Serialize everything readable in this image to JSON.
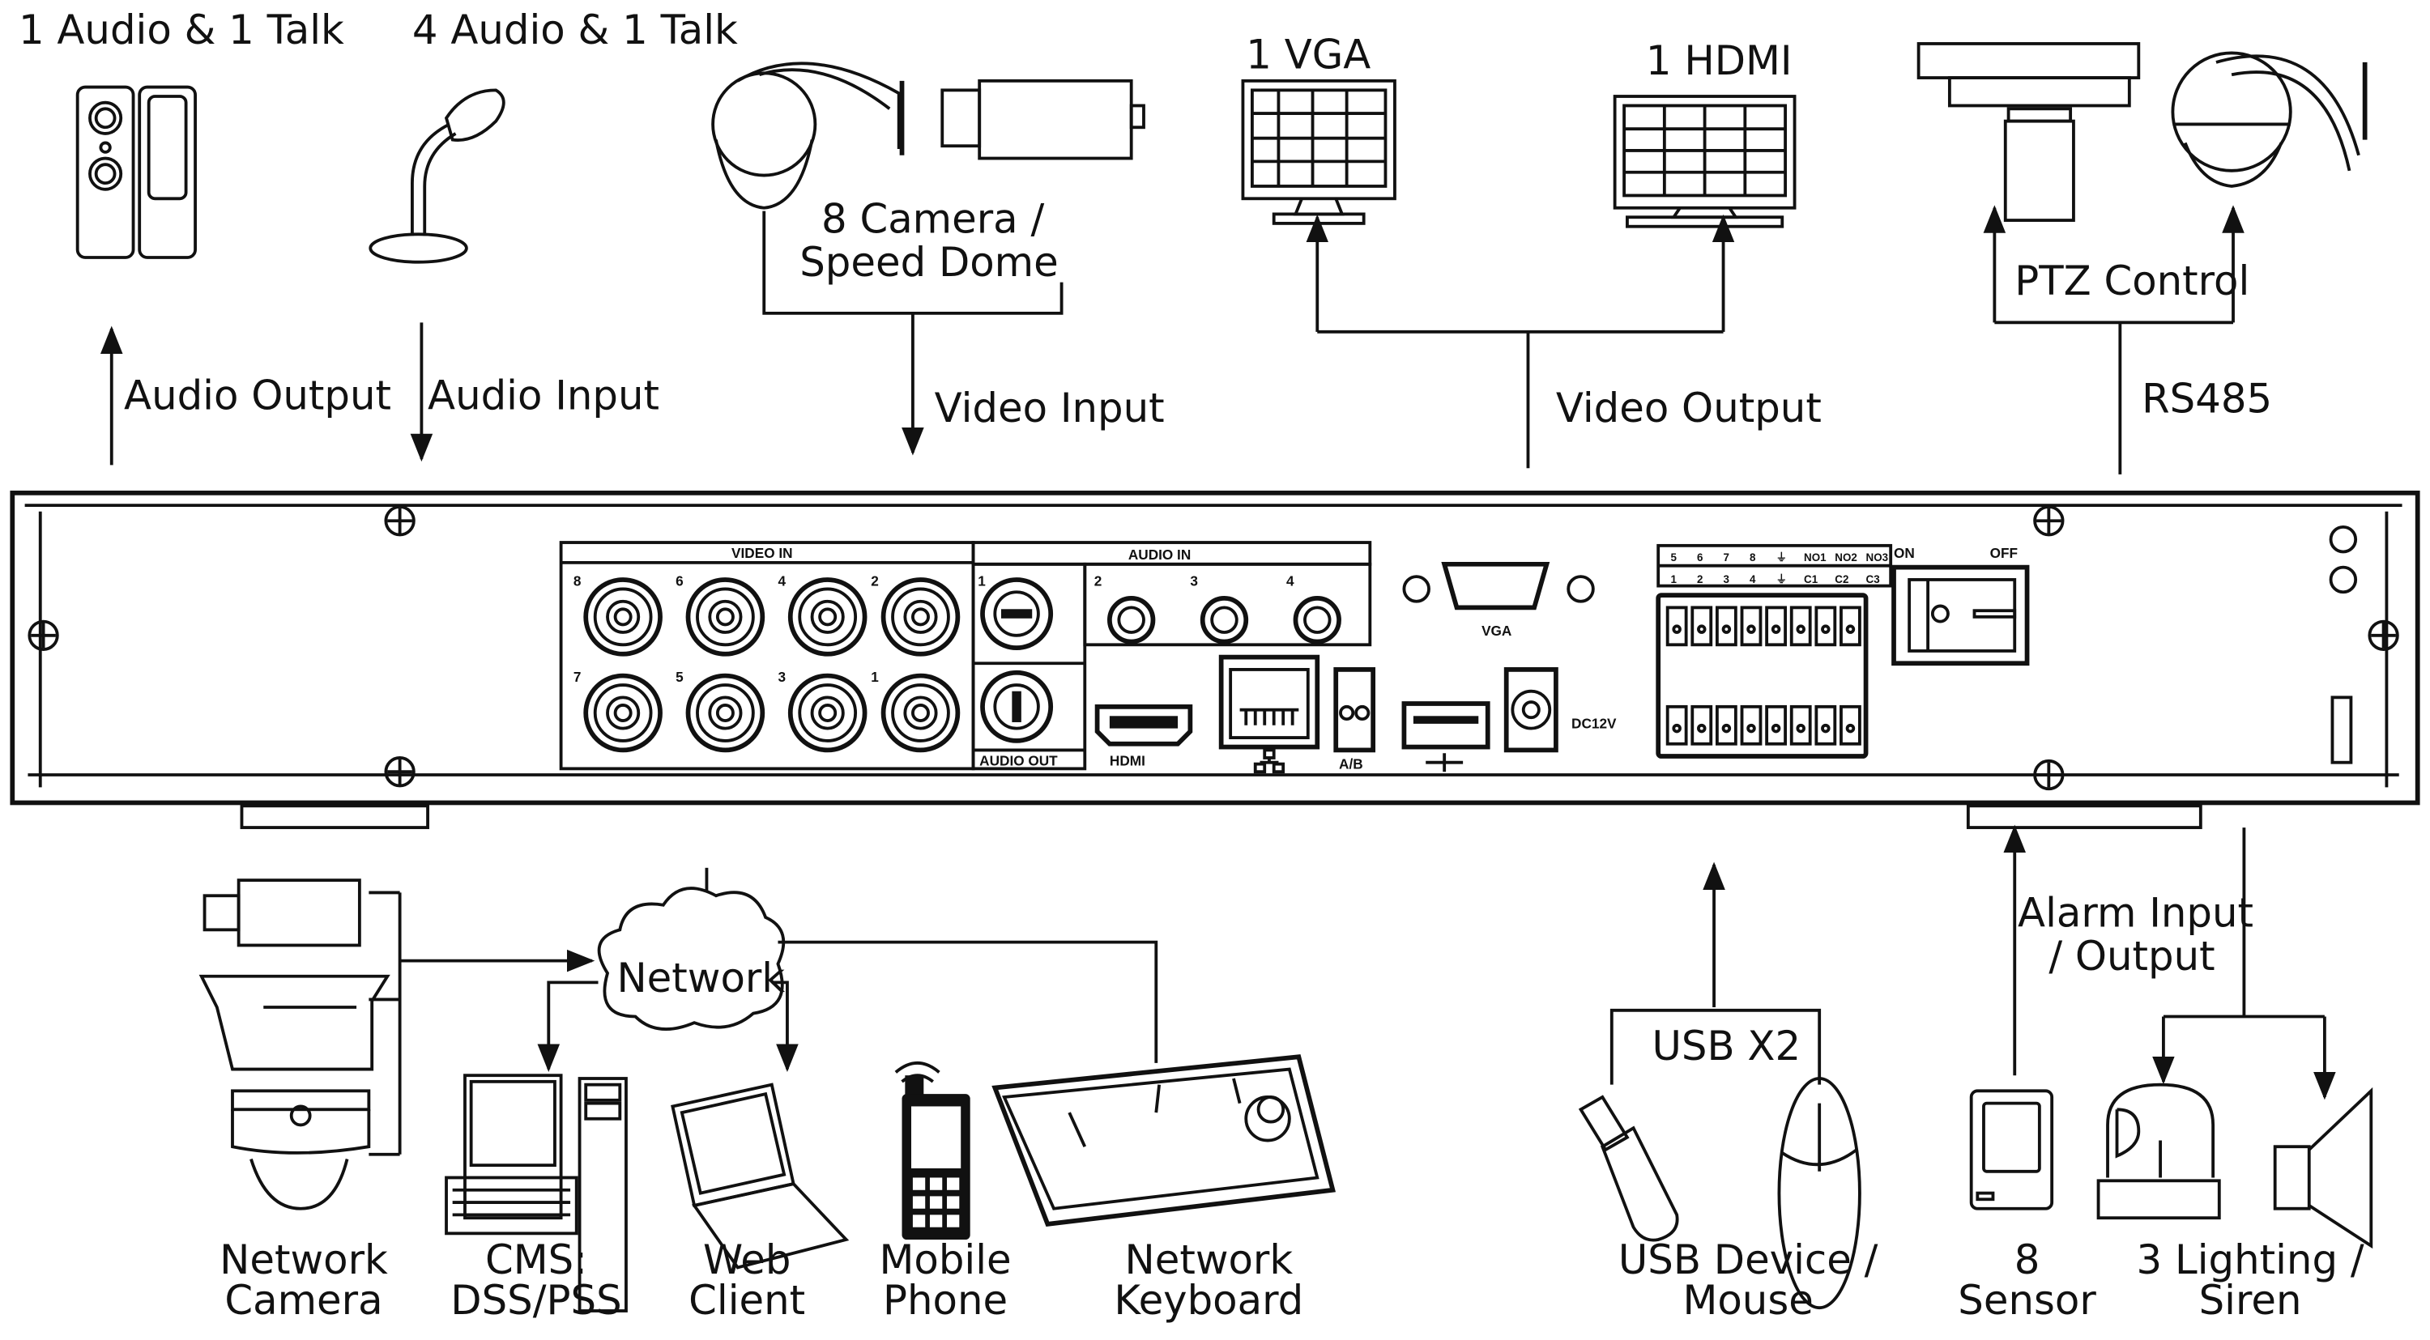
{
  "diagram": {
    "type": "DVR rear panel connection diagram",
    "colors": {
      "line": "#111111",
      "background": "#ffffff"
    },
    "top_devices": [
      {
        "id": "speakers",
        "label": "1 Audio  & 1 Talk",
        "icon": "speaker-icon"
      },
      {
        "id": "microphone",
        "label": "4 Audio & 1 Talk",
        "icon": "microphone-icon"
      },
      {
        "id": "cameras",
        "label_line1": "8 Camera /",
        "label_line2": "Speed Dome",
        "icon": "camera-icon"
      },
      {
        "id": "vga_monitor",
        "label": "1 VGA",
        "icon": "monitor-icon"
      },
      {
        "id": "hdmi_monitor",
        "label": "1 HDMI",
        "icon": "monitor-icon"
      },
      {
        "id": "ptz",
        "label": "PTZ Control",
        "icon": "ptz-camera-icon"
      }
    ],
    "top_connections": {
      "audio_output": "Audio  Output",
      "audio_input": "Audio  Input",
      "video_input": "Video Input",
      "video_output": "Video Output",
      "rs485": "RS485"
    },
    "panel": {
      "video_in_title": "VIDEO IN",
      "video_in_top": [
        "8",
        "6",
        "4",
        "2"
      ],
      "video_in_bottom": [
        "7",
        "5",
        "3",
        "1"
      ],
      "audio_in_title": "AUDIO IN",
      "audio_in_ports": [
        "1",
        "2",
        "3",
        "4"
      ],
      "audio_out_label": "AUDIO OUT",
      "hdmi_label": "HDMI",
      "ab_label": "A/B",
      "vga_label": "VGA",
      "power_label": "DC12V",
      "alarm_top_row": [
        "5",
        "6",
        "7",
        "8",
        "⏚",
        "NO1",
        "NO2",
        "NO3"
      ],
      "alarm_bottom_row": [
        "1",
        "2",
        "3",
        "4",
        "⏚",
        "C1",
        "C2",
        "C3"
      ],
      "switch_on": "ON",
      "switch_off": "OFF"
    },
    "bottom_devices": [
      {
        "id": "network_camera",
        "line1": "Network",
        "line2": "Camera"
      },
      {
        "id": "cms",
        "line1": "CMS:",
        "line2": "DSS/PSS"
      },
      {
        "id": "web_client",
        "line1": "Web",
        "line2": "Client"
      },
      {
        "id": "mobile_phone",
        "line1": "Mobile",
        "line2": "Phone"
      },
      {
        "id": "network_keyboard",
        "line1": "Network",
        "line2": "Keyboard"
      },
      {
        "id": "usb_device",
        "line1": "USB Device /",
        "line2": "Mouse"
      },
      {
        "id": "sensor",
        "line1": "8",
        "line2": "Sensor"
      },
      {
        "id": "lighting",
        "line1": "3 Lighting /",
        "line2": "Siren"
      }
    ],
    "bottom_connections": {
      "network": "Network",
      "usb": "USB X2",
      "alarm_line1": "Alarm Input",
      "alarm_line2": "/ Output"
    }
  }
}
